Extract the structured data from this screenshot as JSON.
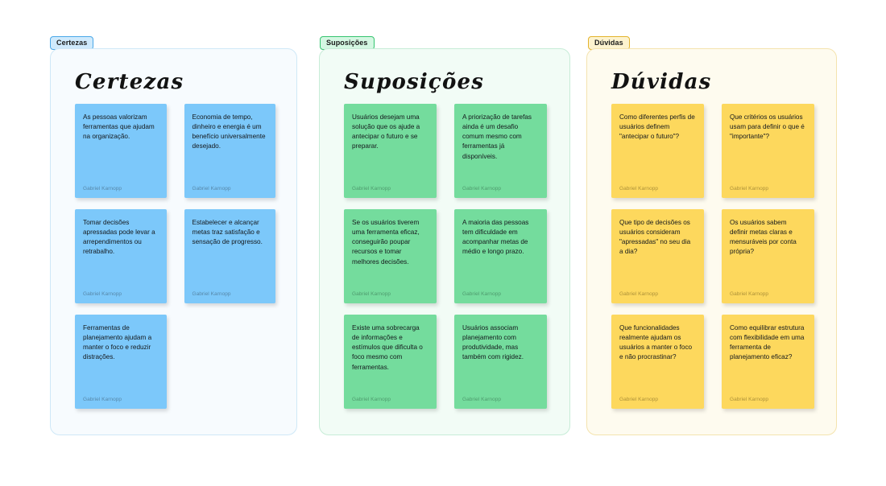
{
  "board": {
    "columns": [
      {
        "badge": "Certezas",
        "title": "Certezas",
        "color": "blue",
        "swatch": "#7cc8fa",
        "panel_bg": "#f7fbfe",
        "panel_border": "#cfe8f7",
        "notes": [
          {
            "text": "As pessoas valorizam ferramentas que ajudam na organização.",
            "author": "Gabriel Karnopp"
          },
          {
            "text": "Economia de tempo, dinheiro e energia é um benefício universalmente desejado.",
            "author": "Gabriel Karnopp"
          },
          {
            "text": "Tomar decisões apressadas pode levar a arrependimentos ou retrabalho.",
            "author": "Gabriel Karnopp"
          },
          {
            "text": "Estabelecer e alcançar metas traz satisfação e sensação de progresso.",
            "author": "Gabriel Karnopp"
          },
          {
            "text": "Ferramentas de planejamento ajudam a manter o foco e reduzir distrações.",
            "author": "Gabriel Karnopp"
          }
        ]
      },
      {
        "badge": "Suposições",
        "title": "Suposições",
        "color": "green",
        "swatch": "#74dc9d",
        "panel_bg": "#f2fcf6",
        "panel_border": "#c7ecd7",
        "notes": [
          {
            "text": "Usuários desejam uma solução que os ajude a antecipar o futuro e se preparar.",
            "author": "Gabriel Karnopp"
          },
          {
            "text": "A priorização de tarefas ainda é um desafio comum mesmo com ferramentas já disponíveis.",
            "author": "Gabriel Karnopp"
          },
          {
            "text": "Se os usuários tiverem uma ferramenta eficaz, conseguirão poupar recursos e tomar melhores decisões.",
            "author": "Gabriel Karnopp"
          },
          {
            "text": "A maioria das pessoas tem dificuldade em acompanhar metas de médio e longo prazo.",
            "author": "Gabriel Karnopp"
          },
          {
            "text": "Existe uma sobrecarga de informações e estímulos que dificulta o foco mesmo com ferramentas.",
            "author": "Gabriel Karnopp"
          },
          {
            "text": "Usuários associam planejamento com produtividade, mas também com rigidez.",
            "author": "Gabriel Karnopp"
          }
        ]
      },
      {
        "badge": "Dúvidas",
        "title": "Dúvidas",
        "color": "yellow",
        "swatch": "#fdd85d",
        "panel_bg": "#fefbef",
        "panel_border": "#f4e3ae",
        "notes": [
          {
            "text": "Como diferentes perfis de usuários definem \"antecipar o futuro\"?",
            "author": "Gabriel Karnopp"
          },
          {
            "text": "Que critérios os usuários usam para definir o que é \"importante\"?",
            "author": "Gabriel Karnopp"
          },
          {
            "text": "Que tipo de decisões os usuários consideram \"apressadas\" no seu dia a dia?",
            "author": "Gabriel Karnopp"
          },
          {
            "text": "Os usuários sabem definir metas claras e mensuráveis por conta própria?",
            "author": "Gabriel Karnopp"
          },
          {
            "text": "Que funcionalidades realmente ajudam os usuários a manter o foco e não procrastinar?",
            "author": "Gabriel Karnopp"
          },
          {
            "text": "Como equilibrar estrutura com flexibilidade em uma ferramenta de planejamento eficaz?",
            "author": "Gabriel Karnopp"
          }
        ]
      }
    ]
  }
}
